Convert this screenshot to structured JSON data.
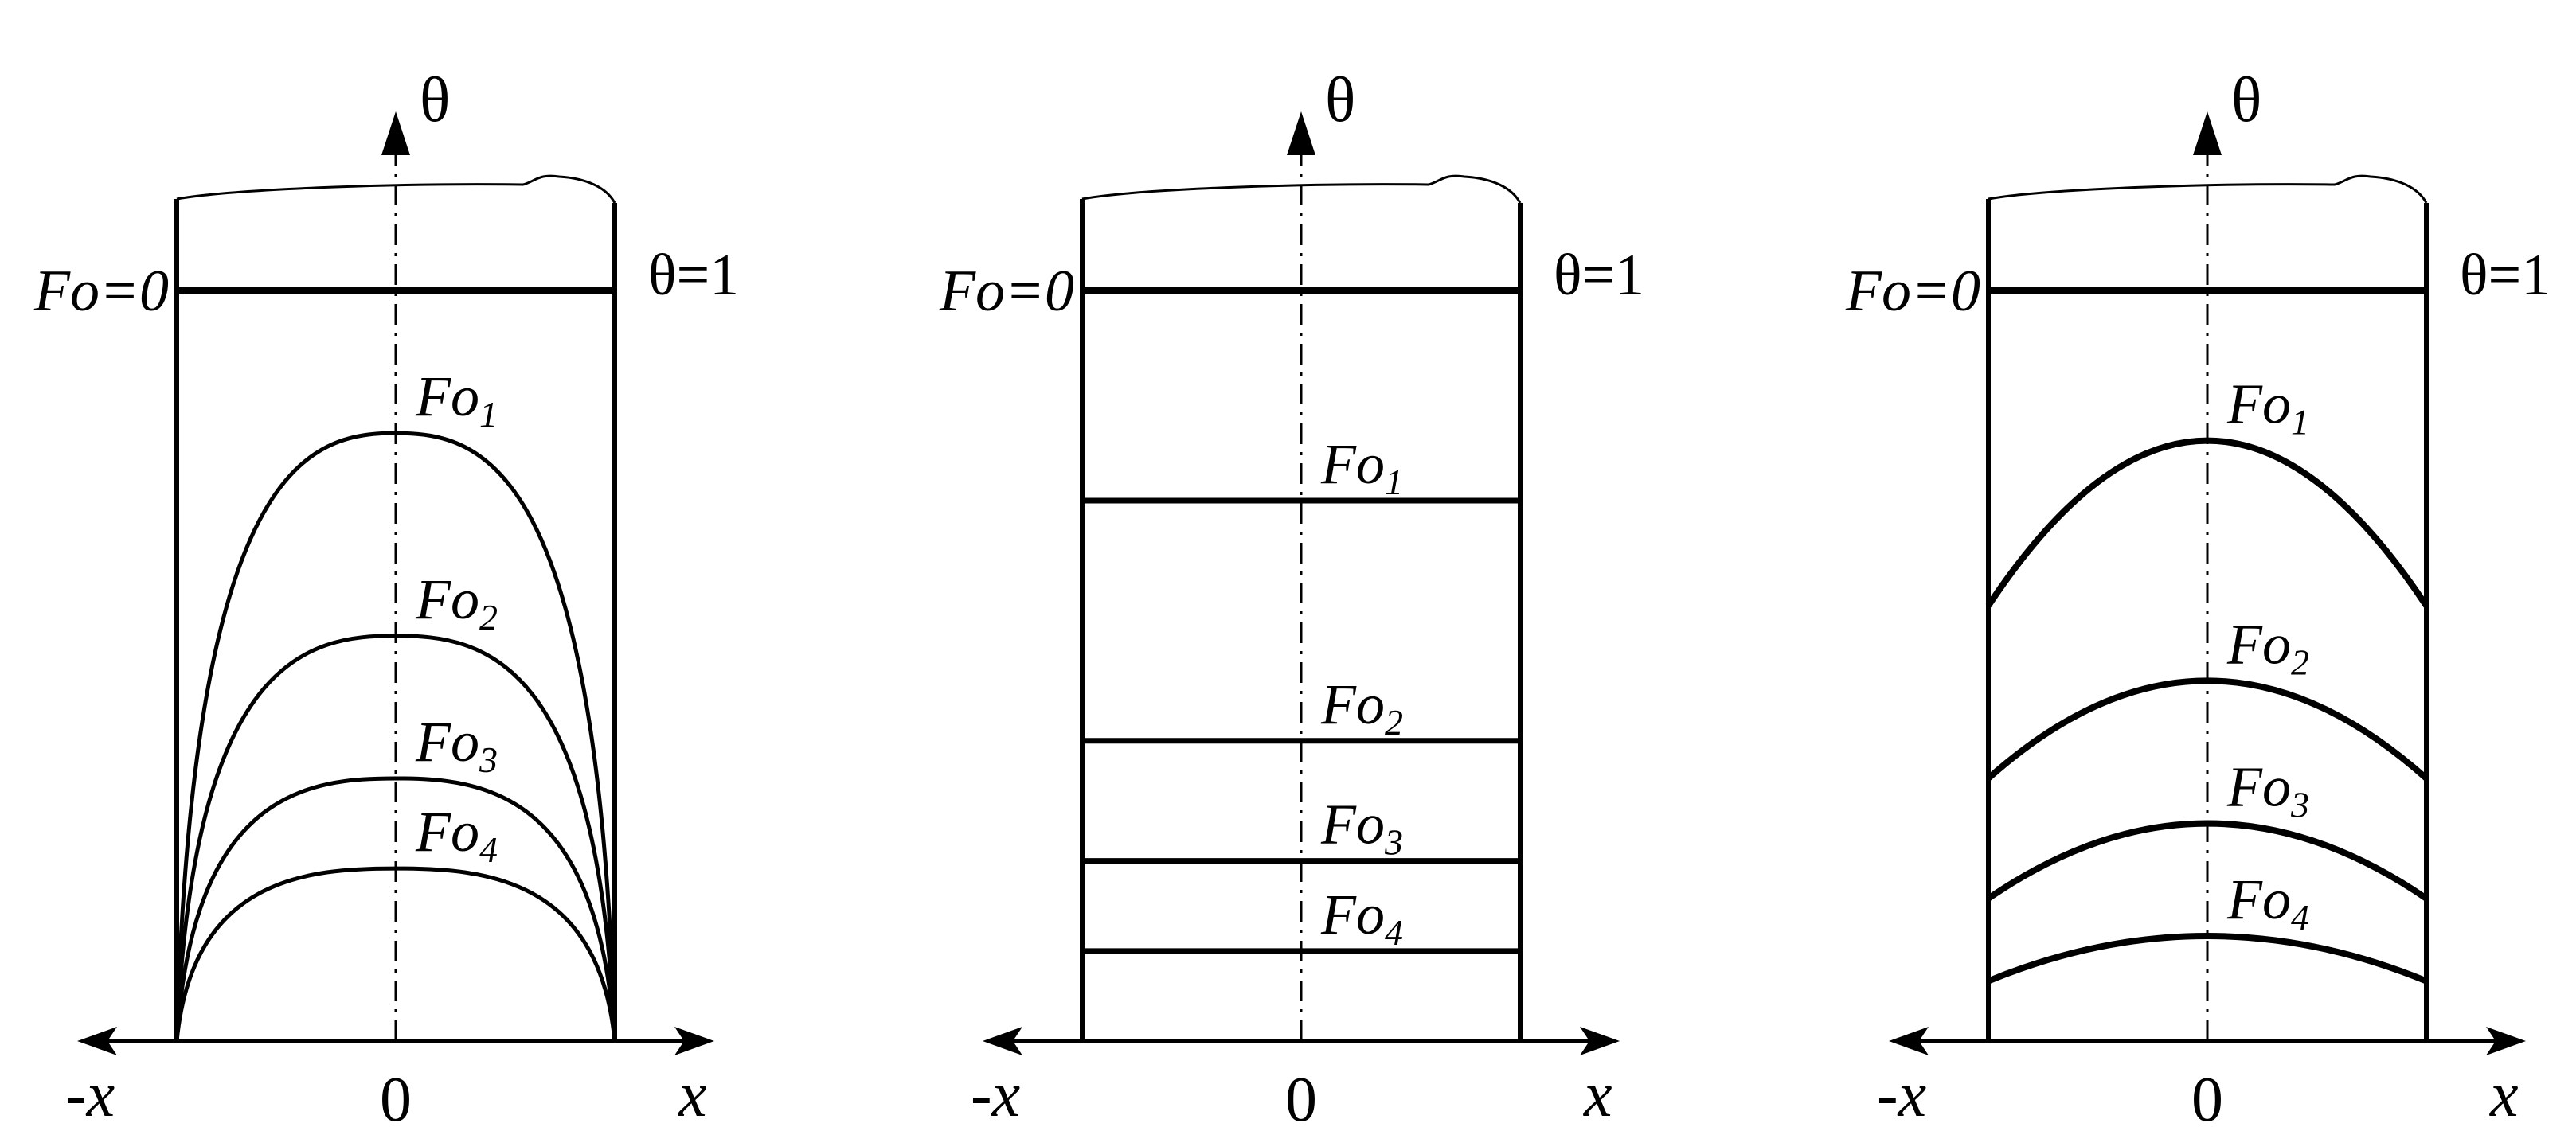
{
  "colors": {
    "ink": "#000000",
    "background": "#ffffff"
  },
  "panels": [
    {
      "id": "left",
      "boundary_case": "plate-profile-zero-surface",
      "axis_label": "θ",
      "x_pos_label": "x",
      "x_neg_label": "-x",
      "origin_label": "0",
      "initial_label": "Fo=0",
      "surface_label": "θ=1",
      "curves": [
        {
          "label": "Fo",
          "sub": "1",
          "center": 0.81,
          "edge": 0.0
        },
        {
          "label": "Fo",
          "sub": "2",
          "center": 0.54,
          "edge": 0.0
        },
        {
          "label": "Fo",
          "sub": "3",
          "center": 0.35,
          "edge": 0.0
        },
        {
          "label": "Fo",
          "sub": "4",
          "center": 0.23,
          "edge": 0.0
        }
      ]
    },
    {
      "id": "middle",
      "boundary_case": "uniform-flat-profiles",
      "axis_label": "θ",
      "x_pos_label": "x",
      "x_neg_label": "-x",
      "origin_label": "0",
      "initial_label": "Fo=0",
      "surface_label": "θ=1",
      "curves": [
        {
          "label": "Fo",
          "sub": "1",
          "center": 0.72,
          "edge": 0.72
        },
        {
          "label": "Fo",
          "sub": "2",
          "center": 0.4,
          "edge": 0.4
        },
        {
          "label": "Fo",
          "sub": "3",
          "center": 0.24,
          "edge": 0.24
        },
        {
          "label": "Fo",
          "sub": "4",
          "center": 0.12,
          "edge": 0.12
        }
      ]
    },
    {
      "id": "right",
      "boundary_case": "moderate-parabolic-profiles",
      "axis_label": "θ",
      "x_pos_label": "x",
      "x_neg_label": "-x",
      "origin_label": "0",
      "initial_label": "Fo=0",
      "surface_label": "θ=1",
      "curves": [
        {
          "label": "Fo",
          "sub": "1",
          "center": 0.8,
          "edge": 0.58
        },
        {
          "label": "Fo",
          "sub": "2",
          "center": 0.48,
          "edge": 0.35
        },
        {
          "label": "Fo",
          "sub": "3",
          "center": 0.29,
          "edge": 0.19
        },
        {
          "label": "Fo",
          "sub": "4",
          "center": 0.14,
          "edge": 0.08
        }
      ]
    }
  ]
}
